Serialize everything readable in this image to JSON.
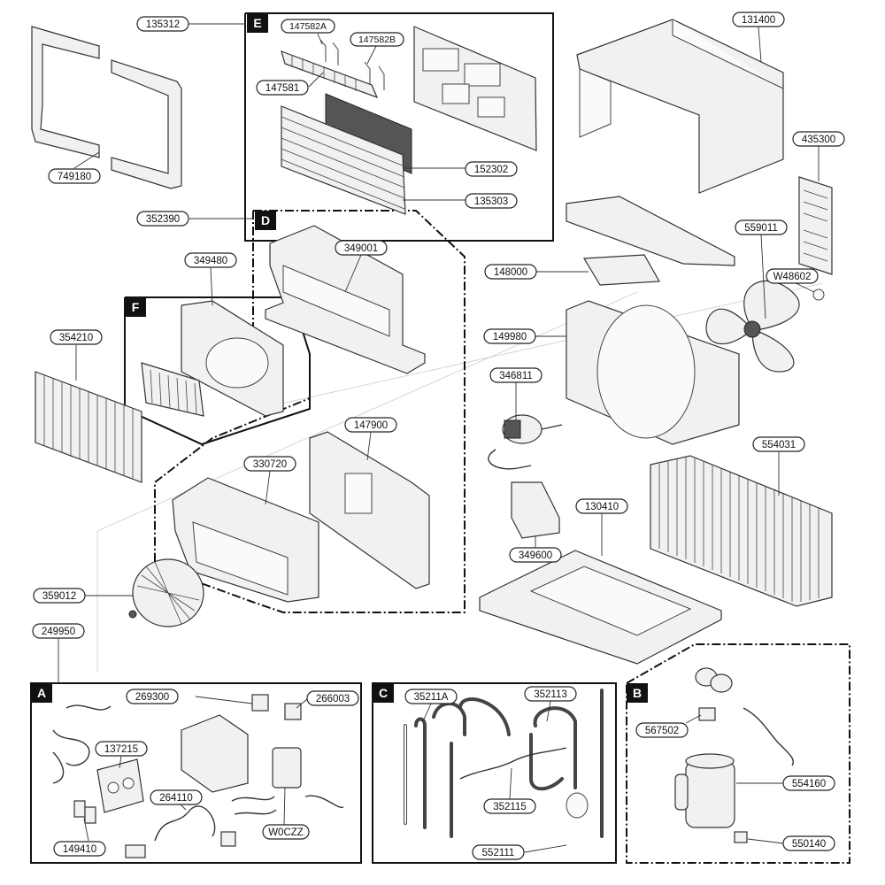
{
  "sections": {
    "E": "E",
    "D": "D",
    "F": "F",
    "A": "A",
    "C": "C",
    "B": "B"
  },
  "parts": {
    "p135312": "135312",
    "p749180": "749180",
    "p147582A": "147582A",
    "p147582B": "147582B",
    "p147581": "147581",
    "p152302": "152302",
    "p135303": "135303",
    "p131400": "131400",
    "p435300": "435300",
    "p352390": "352390",
    "p349001": "349001",
    "p349480": "349480",
    "p354210": "354210",
    "p148000": "148000",
    "p559011": "559011",
    "pW48602": "W48602",
    "p149980": "149980",
    "p346811": "346811",
    "p147900": "147900",
    "p330720": "330720",
    "p554031": "554031",
    "p130410": "130410",
    "p349600": "349600",
    "p359012": "359012",
    "p249950": "249950",
    "p269300": "269300",
    "p266003": "266003",
    "p137215": "137215",
    "p264110": "264110",
    "p149410": "149410",
    "pW0CZZ": "W0CZZ",
    "p35211A": "35211A",
    "p352113": "352113",
    "p352115": "352115",
    "p552111": "552111",
    "p567502": "567502",
    "p554160": "554160",
    "p550140": "550140"
  }
}
